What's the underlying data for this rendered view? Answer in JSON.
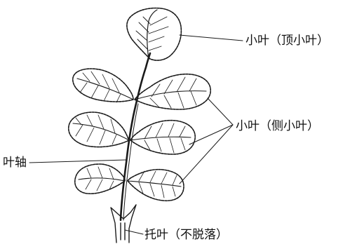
{
  "labels": {
    "terminal_leaflet": "小叶（顶小叶）",
    "lateral_leaflet": "小叶（侧小叶）",
    "rachis": "叶轴",
    "stipule": "托叶（不脱落）"
  },
  "colors": {
    "ink": "#1a1a1a",
    "background": "#ffffff"
  }
}
